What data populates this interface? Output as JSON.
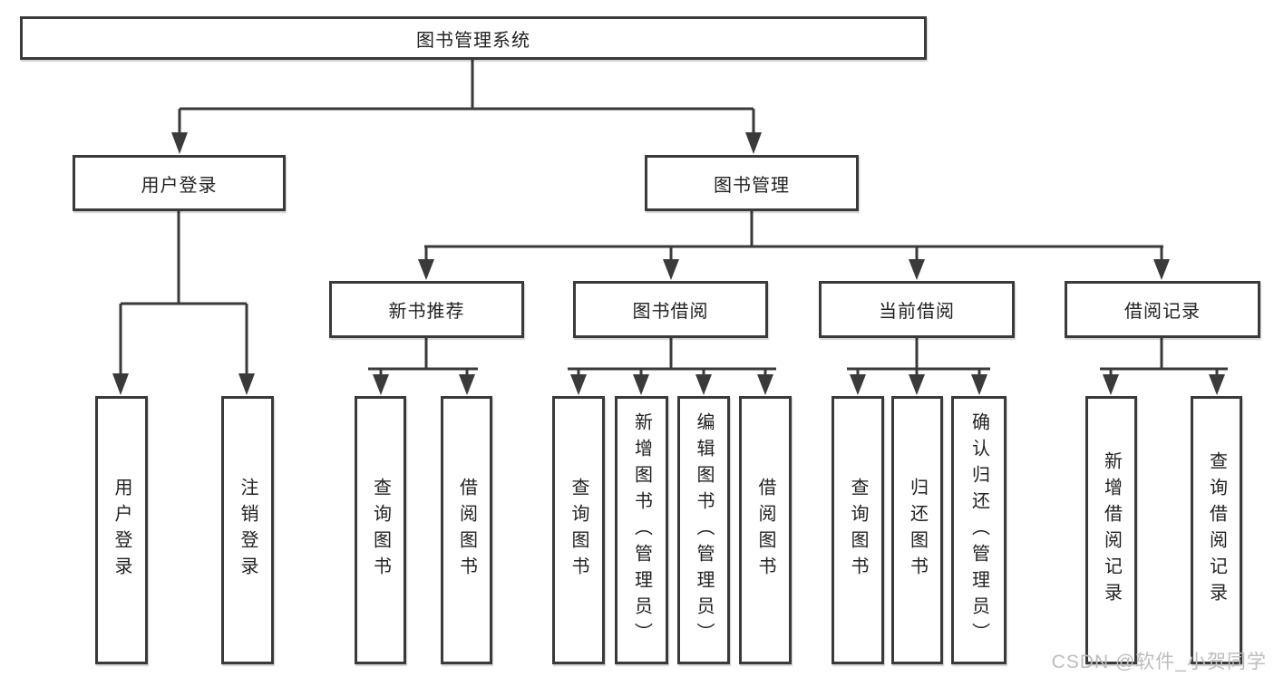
{
  "tree": {
    "root": {
      "label": "图书管理系统",
      "children": [
        {
          "label": "用户登录",
          "children": [
            {
              "label": "用户登录"
            },
            {
              "label": "注销登录"
            }
          ]
        },
        {
          "label": "图书管理",
          "children": [
            {
              "label": "新书推荐",
              "children": [
                {
                  "label": "查询图书"
                },
                {
                  "label": "借阅图书"
                }
              ]
            },
            {
              "label": "图书借阅",
              "children": [
                {
                  "label": "查询图书"
                },
                {
                  "label": "新增图书（管理员）"
                },
                {
                  "label": "编辑图书（管理员）"
                },
                {
                  "label": "借阅图书"
                }
              ]
            },
            {
              "label": "当前借阅",
              "children": [
                {
                  "label": "查询图书"
                },
                {
                  "label": "归还图书"
                },
                {
                  "label": "确认归还（管理员）"
                }
              ]
            },
            {
              "label": "借阅记录",
              "children": [
                {
                  "label": "新增借阅记录"
                },
                {
                  "label": "查询借阅记录"
                }
              ]
            }
          ]
        }
      ]
    }
  },
  "watermark": {
    "text": "CSDN @软件_小贺同学"
  },
  "colors": {
    "line": "#3a3a3a",
    "text": "#222222",
    "watermark": "#bdbdbd",
    "background": "#ffffff"
  }
}
